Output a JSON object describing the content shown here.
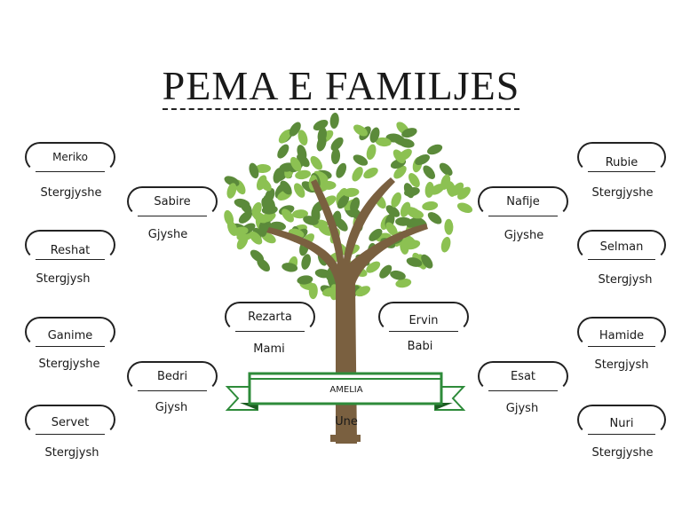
{
  "title": "PEMA E FAMILJES",
  "center": {
    "name": "AMELIA",
    "relation": "Une"
  },
  "parents": [
    {
      "id": "mami",
      "name": "Rezarta",
      "relation": "Mami"
    },
    {
      "id": "babi",
      "name": "Ervin",
      "relation": "Babi"
    }
  ],
  "grandparents": [
    {
      "id": "gm-left",
      "name": "Sabire",
      "relation": "Gjyshe"
    },
    {
      "id": "gf-left",
      "name": "Bedri",
      "relation": "Gjysh"
    },
    {
      "id": "gm-right",
      "name": "Nafije",
      "relation": "Gjyshe"
    },
    {
      "id": "gf-right",
      "name": "Esat",
      "relation": "Gjysh"
    }
  ],
  "great_grandparents": [
    {
      "id": "l1",
      "name": "Meriko",
      "relation": "Stergjyshe"
    },
    {
      "id": "l2",
      "name": "Reshat",
      "relation": "Stergjysh"
    },
    {
      "id": "l3",
      "name": "Ganime",
      "relation": "Stergjyshe"
    },
    {
      "id": "l4",
      "name": "Servet",
      "relation": "Stergjysh"
    },
    {
      "id": "r1",
      "name": "Rubie",
      "relation": "Stergjyshe"
    },
    {
      "id": "r2",
      "name": "Selman",
      "relation": "Stergjysh"
    },
    {
      "id": "r3",
      "name": "Hamide",
      "relation": "Stergjysh"
    },
    {
      "id": "r4",
      "name": "Nuri",
      "relation": "Stergjyshe"
    }
  ],
  "colors": {
    "leaf_dark": "#5b8a3a",
    "leaf_light": "#8cc152",
    "trunk": "#7a6040",
    "banner_green": "#2e8b3a"
  }
}
